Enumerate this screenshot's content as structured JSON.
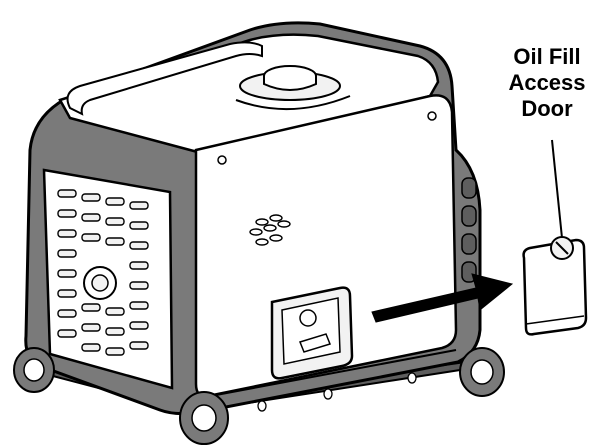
{
  "callout": {
    "lines": [
      "Oil Fill",
      "Access",
      "Door"
    ]
  },
  "colors": {
    "line": "#000000",
    "frame": "#7a7a7a",
    "frame_dark": "#5e5e5e",
    "body": "#ffffff",
    "panel": "#f2f2f2"
  },
  "icons": {
    "arrow": "arrow-right-icon",
    "door": "access-door-icon",
    "wheel": "wheel-icon"
  }
}
